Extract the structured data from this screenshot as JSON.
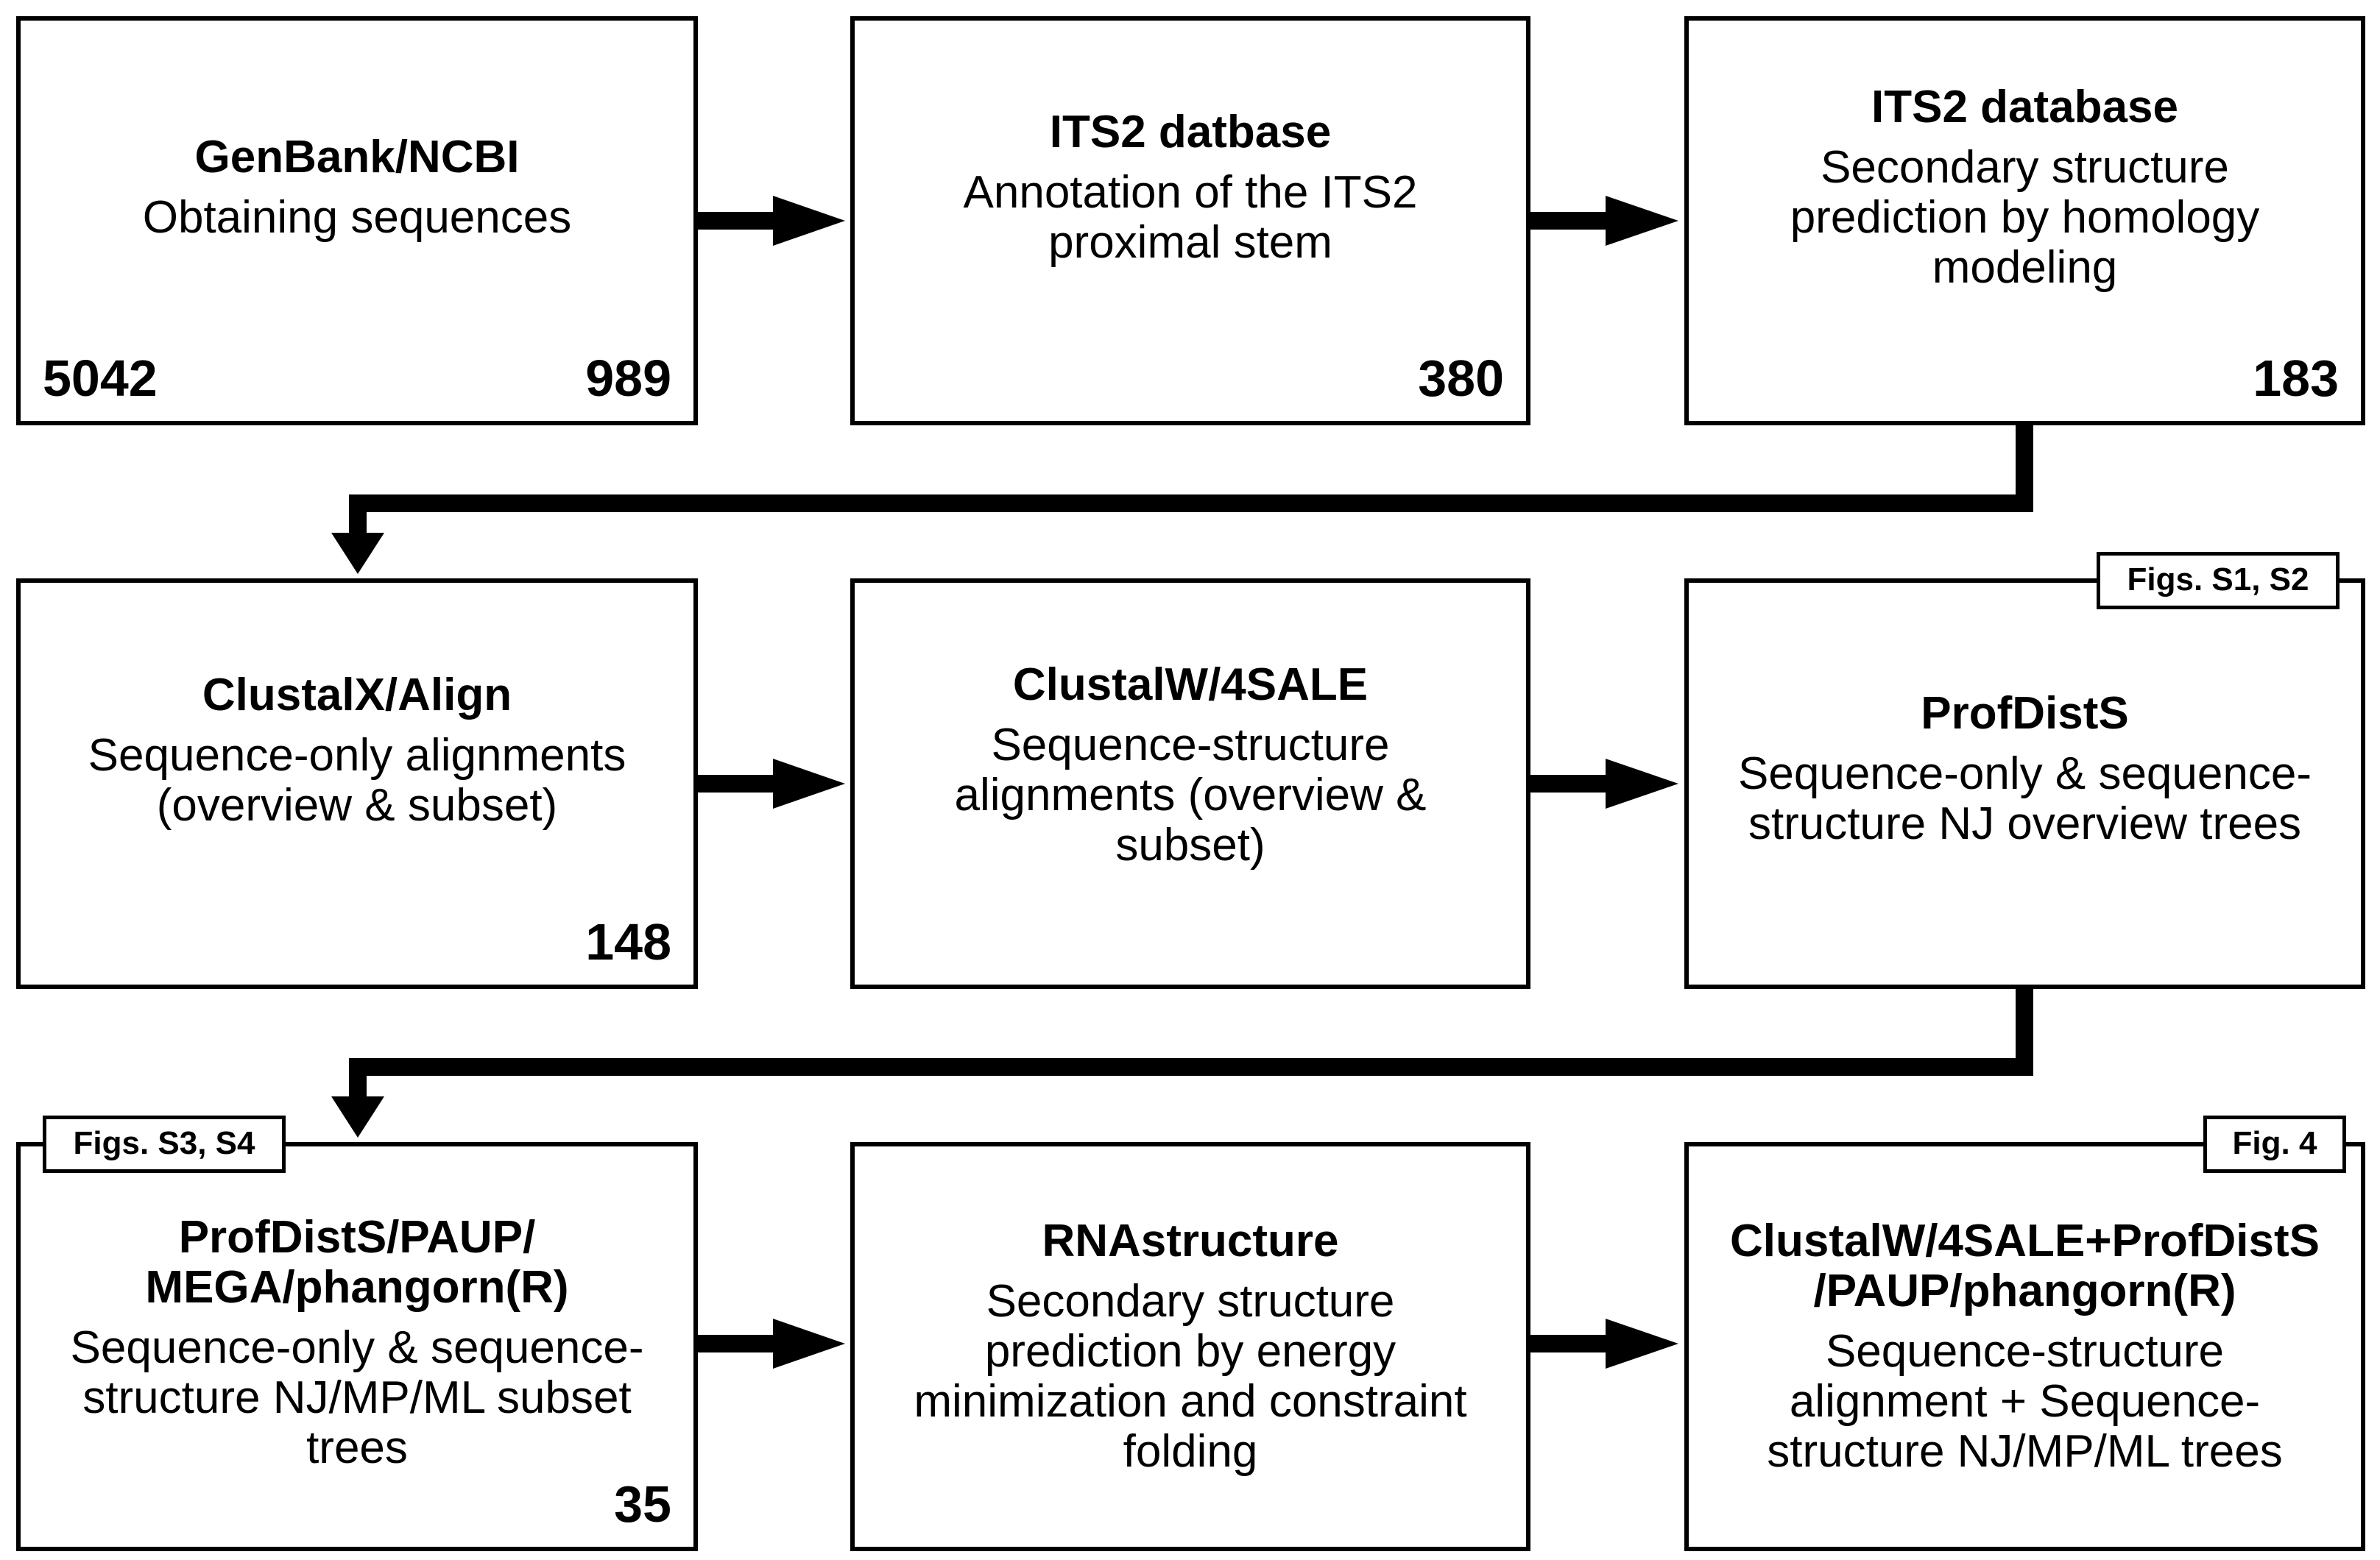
{
  "boxes": [
    {
      "title": "GenBank/NCBI",
      "desc": "Obtaining sequences",
      "count_left": "5042",
      "count_right": "989"
    },
    {
      "title": "ITS2 datbase",
      "desc": "Annotation of the ITS2 proximal stem",
      "count_right": "380"
    },
    {
      "title": "ITS2 database",
      "desc": "Secondary structure prediction by homology modeling",
      "count_right": "183"
    },
    {
      "title": "ClustalX/Align",
      "desc": "Sequence-only alignments (overview & subset)",
      "count_right": "148"
    },
    {
      "title": "ClustalW/4SALE",
      "desc": "Sequence-structure alignments (overview & subset)"
    },
    {
      "title": "ProfDistS",
      "desc": "Sequence-only & sequence-structure NJ overview trees",
      "fig_label": "Figs. S1, S2"
    },
    {
      "title": "ProfDistS/PAUP/ MEGA/phangorn(R)",
      "desc": "Sequence-only & sequence-structure NJ/MP/ML subset trees",
      "count_right": "35",
      "fig_label": "Figs. S3, S4"
    },
    {
      "title": "RNAstructure",
      "desc": "Secondary structure prediction by energy minimization and constraint folding"
    },
    {
      "title": "ClustalW/4SALE+ProfDistS /PAUP/phangorn(R)",
      "desc": "Sequence-structure alignment + Sequence-structure NJ/MP/ML trees",
      "fig_label": "Fig. 4"
    }
  ],
  "colors": {
    "stroke": "#000000",
    "background": "#ffffff"
  }
}
